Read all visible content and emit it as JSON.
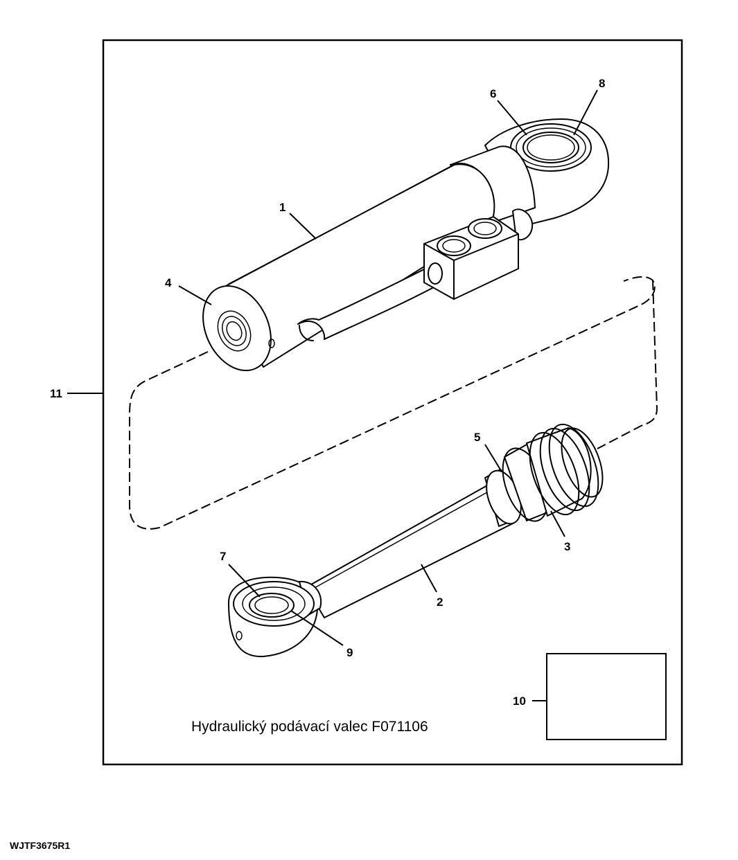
{
  "caption": "Hydraulický podávací valec F071106",
  "drawing_id": "WJTF3675R1",
  "callouts": {
    "c1": "1",
    "c2": "2",
    "c3": "3",
    "c4": "4",
    "c5": "5",
    "c6": "6",
    "c7": "7",
    "c8": "8",
    "c9": "9",
    "c10": "10",
    "c11": "11"
  }
}
